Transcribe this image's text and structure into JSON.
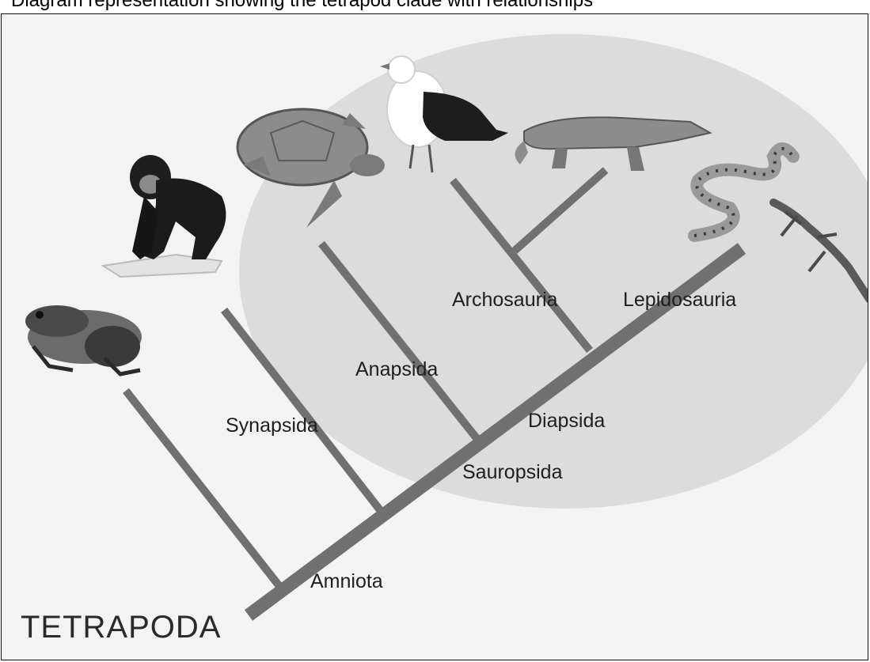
{
  "header": {
    "caption_fragment": "Diagram representation showing the tetrapod clade with relationships"
  },
  "diagram": {
    "root_label": "TETRAPODA",
    "clade_labels": {
      "amniota": "Amniota",
      "synapsida": "Synapsida",
      "sauropsida": "Sauropsida",
      "anapsida": "Anapsida",
      "diapsida": "Diapsida",
      "archosauria": "Archosauria",
      "lepidosauria": "Lepidosauria"
    },
    "taxa_icons": [
      "frog-icon",
      "chimpanzee-icon",
      "turtle-icon",
      "gull-icon",
      "crocodile-icon",
      "snake-icon",
      "lizard-icon"
    ],
    "colors": {
      "background": "#f3f3f3",
      "highlight_circle": "#dcdcdc",
      "branch": "#707070",
      "label": "#1e1e1e"
    }
  }
}
